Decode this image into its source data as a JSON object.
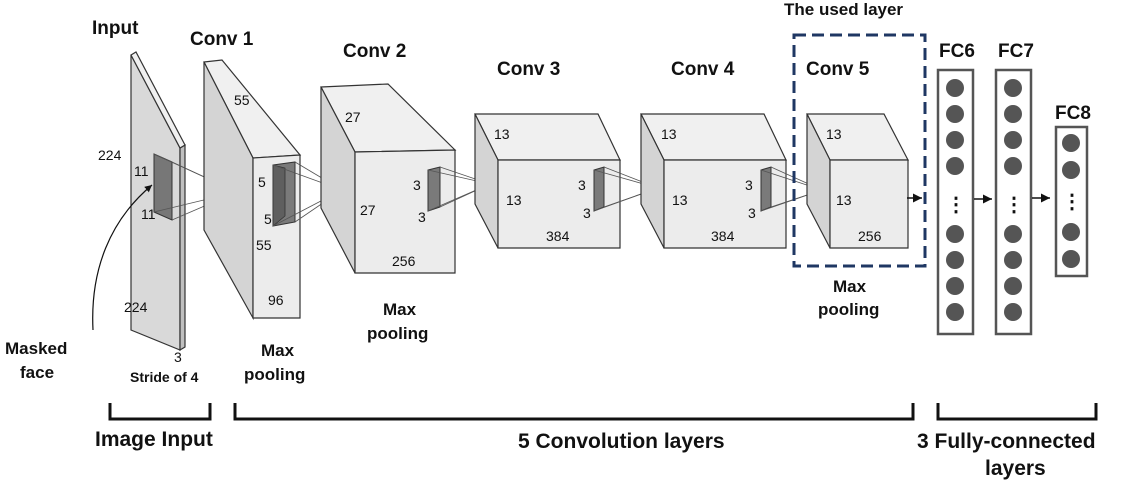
{
  "labels": {
    "input": "Input",
    "masked_face_1": "Masked",
    "masked_face_2": "face",
    "stride": "Stride of 4",
    "used_layer": "The used layer"
  },
  "input_block": {
    "height": "224",
    "width": "224",
    "depth": "3",
    "kernel_h": "11",
    "kernel_w": "11"
  },
  "conv1": {
    "title": "Conv 1",
    "top": "55",
    "side": "55",
    "depth": "96",
    "kernel_h": "5",
    "kernel_w": "5",
    "pool1": "Max",
    "pool2": "pooling"
  },
  "conv2": {
    "title": "Conv 2",
    "top": "27",
    "side": "27",
    "depth": "256",
    "kernel_h": "3",
    "kernel_w": "3",
    "pool1": "Max",
    "pool2": "pooling"
  },
  "conv3": {
    "title": "Conv 3",
    "top": "13",
    "side": "13",
    "depth": "384",
    "kernel_h": "3",
    "kernel_w": "3"
  },
  "conv4": {
    "title": "Conv 4",
    "top": "13",
    "side": "13",
    "depth": "384",
    "kernel_h": "3",
    "kernel_w": "3"
  },
  "conv5": {
    "title": "Conv 5",
    "top": "13",
    "side": "13",
    "depth": "256",
    "pool1": "Max",
    "pool2": "pooling"
  },
  "fc": {
    "fc6": "FC6",
    "fc7": "FC7",
    "fc8": "FC8",
    "dots": "⋮"
  },
  "groups": {
    "image_input": "Image Input",
    "conv_layers": "5 Convolution layers",
    "fc_layers_1": "3 Fully-connected",
    "fc_layers_2": "layers"
  },
  "colors": {
    "node": "#555555",
    "highlight_box": "#1f3763",
    "face_gray": "#e6e6e6",
    "kernel": "#6e6e6e"
  }
}
